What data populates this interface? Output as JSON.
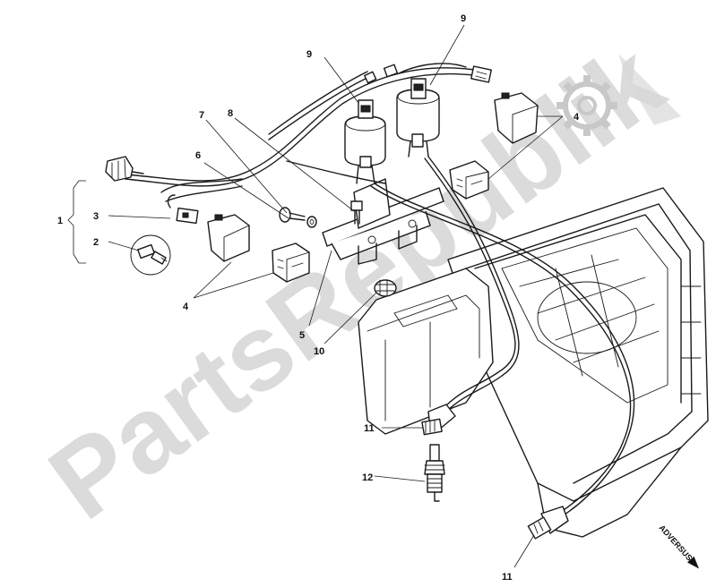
{
  "watermark": {
    "text": "PartsRepublik",
    "color": "#d0d0d0"
  },
  "callouts": [
    {
      "id": "c1",
      "label": "1"
    },
    {
      "id": "c2",
      "label": "2"
    },
    {
      "id": "c3",
      "label": "3"
    },
    {
      "id": "c4a",
      "label": "4"
    },
    {
      "id": "c4b",
      "label": "4"
    },
    {
      "id": "c4c",
      "label": "4"
    },
    {
      "id": "c5",
      "label": "5"
    },
    {
      "id": "c6",
      "label": "6"
    },
    {
      "id": "c7",
      "label": "7"
    },
    {
      "id": "c8",
      "label": "8"
    },
    {
      "id": "c9a",
      "label": "9"
    },
    {
      "id": "c9b",
      "label": "9"
    },
    {
      "id": "c10",
      "label": "10"
    },
    {
      "id": "c11a",
      "label": "11"
    },
    {
      "id": "c11b",
      "label": "11"
    },
    {
      "id": "c12",
      "label": "12"
    }
  ],
  "direction_marker": {
    "label": "ADVERSUS"
  },
  "colors": {
    "ink": "#1a1a1a",
    "background": "#ffffff"
  }
}
